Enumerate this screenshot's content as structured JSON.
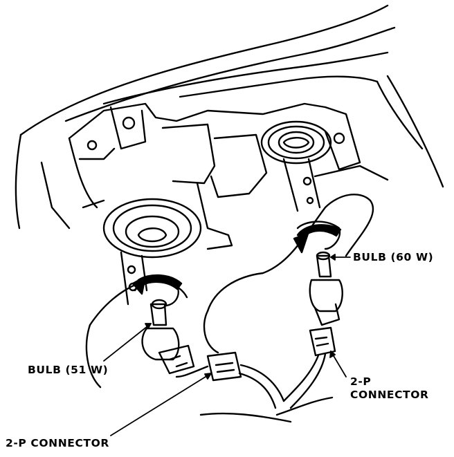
{
  "labels": {
    "bulb_60w": "BULB (60 W)",
    "bulb_51w": "BULB (51 W)",
    "connector_right_line1": "2-P",
    "connector_right_line2": "CONNECTOR",
    "connector_left": "2-P CONNECTOR"
  }
}
